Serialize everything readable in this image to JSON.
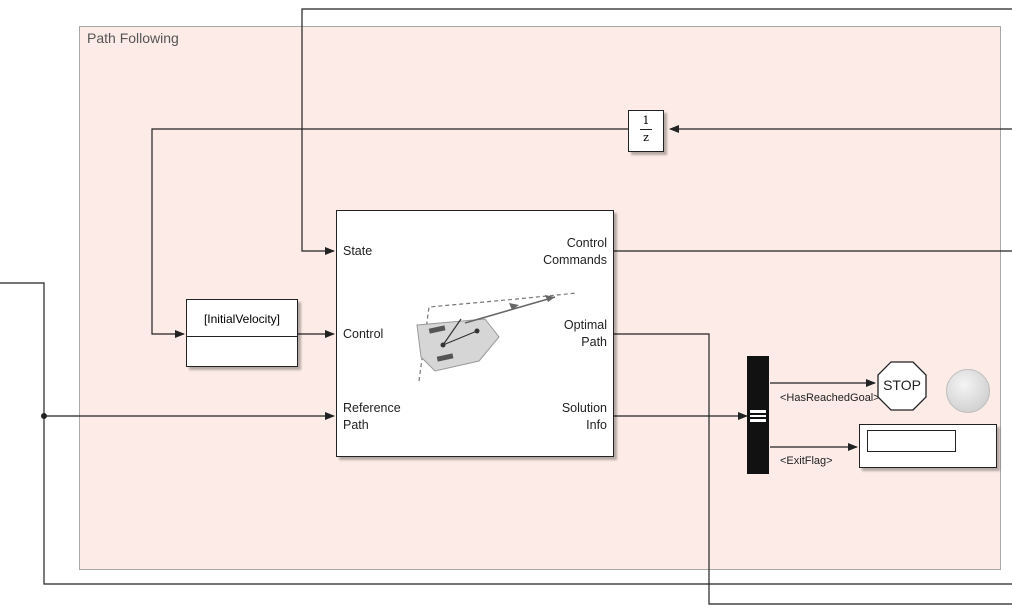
{
  "subsystem": {
    "title": "Path Following"
  },
  "controller": {
    "inputs": [
      "State",
      "Control",
      "Reference\nPath"
    ],
    "outputs": [
      "Control\nCommands",
      "Optimal\nPath",
      "Solution\nInfo"
    ]
  },
  "goto_block": {
    "label": "[InitialVelocity]"
  },
  "unit_delay": {
    "numerator": "1",
    "denominator": "z"
  },
  "bus_selector": {
    "signals": [
      "<HasReachedGoal>",
      "<ExitFlag>"
    ]
  },
  "stop_block": {
    "label": "STOP"
  },
  "display_block": {
    "value": ""
  },
  "colors": {
    "area_fill": "#fcebe6",
    "area_border": "#a9a9a9",
    "line": "#222222",
    "lamp": "#d9d9d9"
  }
}
